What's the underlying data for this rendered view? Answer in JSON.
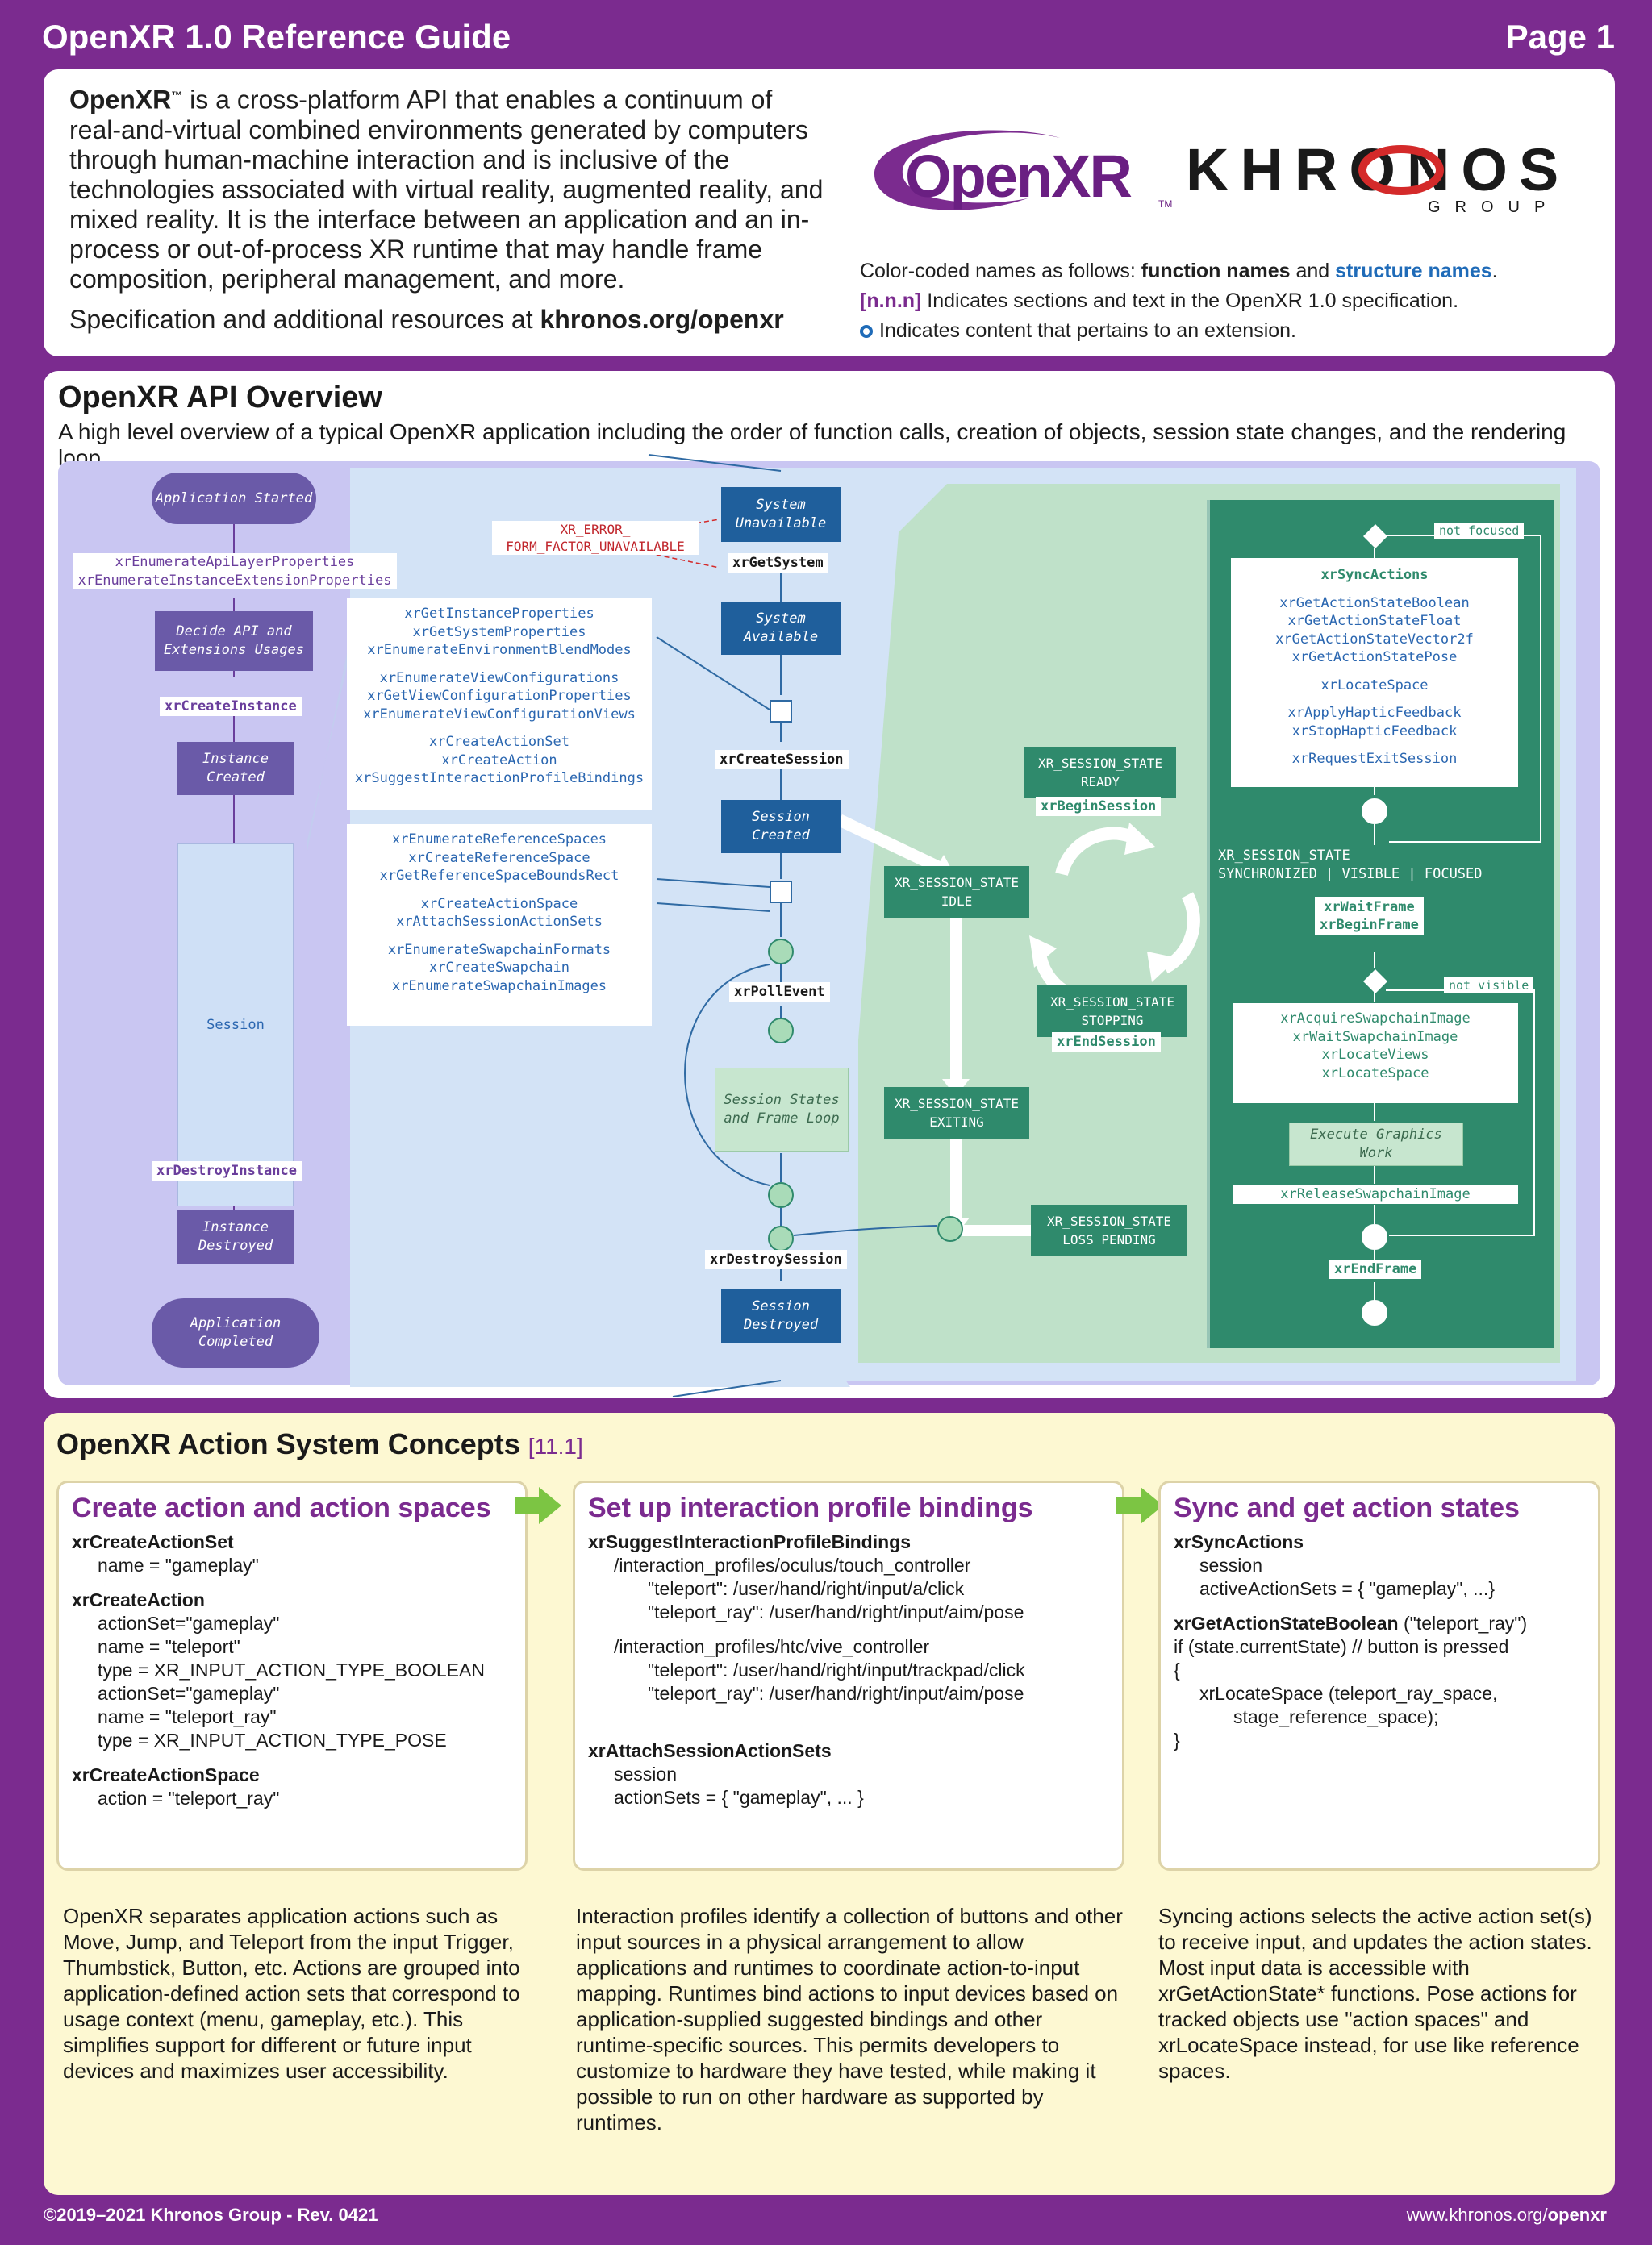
{
  "header": {
    "title": "OpenXR 1.0 Reference Guide",
    "page": "Page 1"
  },
  "intro": {
    "brand": "OpenXR",
    "tm": "™",
    "text": " is a cross-platform API that enables a continuum of real-and-virtual combined environments generated by computers through human-machine interaction and is inclusive of the technologies associated with virtual reality, augmented reality, and mixed reality. It is the interface between an application and an in-process or out-of-process XR runtime that may handle frame composition, peripheral management, and more.",
    "spec_prefix": "Specification and additional resources at ",
    "spec_link": "khronos.org/openxr",
    "logo_openxr": "OpenXR",
    "logo_openxr_tm": "TM",
    "logo_khronos": "KHRONOS",
    "logo_group": "GROUP",
    "legend_1a": "Color-coded names as follows: ",
    "legend_fn": "function names",
    "legend_and": " and ",
    "legend_st": "structure names",
    "legend_dot": ".",
    "legend_2a": "[n.n.n]",
    "legend_2b": " Indicates sections and text in the OpenXR 1.0 specification.",
    "legend_3": "Indicates content that pertains to an extension."
  },
  "overview": {
    "title": "OpenXR API Overview",
    "subtitle": "A high level overview of a typical OpenXR application including the order of function calls, creation of objects, session state changes, and the rendering loop.",
    "app_started": "Application Started",
    "enum_layers": "xrEnumerateApiLayerProperties",
    "enum_ext": "xrEnumerateInstanceExtensionProperties",
    "decide": "Decide API and Extensions Usages",
    "create_instance": "xrCreateInstance",
    "instance_created": "Instance Created",
    "session": "Session",
    "destroy_instance": "xrDestroyInstance",
    "instance_destroyed": "Instance Destroyed",
    "app_completed": "Application Completed",
    "list1": [
      "xrGetInstanceProperties",
      "xrGetSystemProperties",
      "xrEnumerateEnvironmentBlendModes",
      "",
      "xrEnumerateViewConfigurations",
      "xrGetViewConfigurationProperties",
      "xrEnumerateViewConfigurationViews",
      "",
      "xrCreateActionSet",
      "xrCreateAction",
      "xrSuggestInteractionProfileBindings"
    ],
    "list2": [
      "xrEnumerateReferenceSpaces",
      "xrCreateReferenceSpace",
      "xrGetReferenceSpaceBoundsRect",
      "",
      "xrCreateActionSpace",
      "xrAttachSessionActionSets",
      "",
      "xrEnumerateSwapchainFormats",
      "xrCreateSwapchain",
      "xrEnumerateSwapchainImages"
    ],
    "system_unavailable": "System Unavailable",
    "error_1": "XR_ERROR_",
    "error_2": "FORM_FACTOR_UNAVAILABLE",
    "get_system": "xrGetSystem",
    "system_available": "System Available",
    "create_session": "xrCreateSession",
    "session_created": "Session Created",
    "poll_event": "xrPollEvent",
    "session_states": "Session States and Frame Loop",
    "destroy_session": "xrDestroySession",
    "session_destroyed": "Session Destroyed",
    "state_idle": "XR_SESSION_STATE IDLE",
    "state_ready": "XR_SESSION_STATE READY",
    "begin_session": "xrBeginSession",
    "state_stopping": "XR_SESSION_STATE STOPPING",
    "end_session": "xrEndSession",
    "state_exiting": "XR_SESSION_STATE EXITING",
    "state_loss": "XR_SESSION_STATE LOSS_PENDING",
    "not_focused": "not focused",
    "sync_actions": "xrSyncActions",
    "list3": [
      "xrGetActionStateBoolean",
      "xrGetActionStateFloat",
      "xrGetActionStateVector2f",
      "xrGetActionStatePose",
      "",
      "xrLocateSpace",
      "",
      "xrApplyHapticFeedback",
      "xrStopHapticFeedback",
      "",
      "xrRequestExitSession"
    ],
    "state_sync_1": "XR_SESSION_STATE",
    "state_sync_2": "SYNCHRONIZED | VISIBLE | FOCUSED",
    "wait_frame": "xrWaitFrame",
    "begin_frame": "xrBeginFrame",
    "not_visible": "not visible",
    "list4": [
      "xrAcquireSwapchainImage",
      "xrWaitSwapchainImage",
      "xrLocateViews",
      "xrLocateSpace"
    ],
    "exec_graphics": "Execute Graphics Work",
    "release_image": "xrReleaseSwapchainImage",
    "end_frame": "xrEndFrame"
  },
  "action": {
    "title": "OpenXR Action System Concepts",
    "section": "[11.1]",
    "col1": {
      "heading": "Create action and action spaces",
      "lines": [
        {
          "t": "xrCreateActionSet",
          "c": "fnc"
        },
        {
          "t": "name = \"gameplay\"",
          "c": "ind1"
        },
        {
          "t": "",
          "c": "gap"
        },
        {
          "t": "xrCreateAction",
          "c": "fnc"
        },
        {
          "t": "actionSet=\"gameplay\"",
          "c": "ind1"
        },
        {
          "t": "name = \"teleport\"",
          "c": "ind1"
        },
        {
          "t": "type = XR_INPUT_ACTION_TYPE_BOOLEAN",
          "c": "ind1"
        },
        {
          "t": "actionSet=\"gameplay\"",
          "c": "ind1"
        },
        {
          "t": "name = \"teleport_ray\"",
          "c": "ind1"
        },
        {
          "t": "type = XR_INPUT_ACTION_TYPE_POSE",
          "c": "ind1"
        },
        {
          "t": "",
          "c": "gap"
        },
        {
          "t": "xrCreateActionSpace",
          "c": "fnc"
        },
        {
          "t": "action = \"teleport_ray\"",
          "c": "ind1"
        }
      ],
      "desc": "OpenXR separates application actions such as Move, Jump, and Teleport from the input Trigger, Thumbstick, Button, etc. Actions are grouped into application-defined action sets that correspond to usage context (menu, gameplay, etc.). This simplifies support for different or future input devices and maximizes user accessibility."
    },
    "col2": {
      "heading": "Set up interaction profile bindings",
      "lines": [
        {
          "t": "xrSuggestInteractionProfileBindings",
          "c": "fnc"
        },
        {
          "t": "/interaction_profiles/oculus/touch_controller",
          "c": "ind1"
        },
        {
          "t": "\"teleport\": /user/hand/right/input/a/click",
          "c": "ind2"
        },
        {
          "t": "\"teleport_ray\": /user/hand/right/input/aim/pose",
          "c": "ind2"
        },
        {
          "t": "",
          "c": "gap"
        },
        {
          "t": "/interaction_profiles/htc/vive_controller",
          "c": "ind1"
        },
        {
          "t": "\"teleport\": /user/hand/right/input/trackpad/click",
          "c": "ind2"
        },
        {
          "t": "\"teleport_ray\": /user/hand/right/input/aim/pose",
          "c": "ind2"
        },
        {
          "t": "",
          "c": "gap"
        },
        {
          "t": "",
          "c": "gap"
        },
        {
          "t": "",
          "c": "gap"
        },
        {
          "t": "xrAttachSessionActionSets",
          "c": "fnc"
        },
        {
          "t": "session",
          "c": "ind1"
        },
        {
          "t": "actionSets = { \"gameplay\", ... }",
          "c": "ind1"
        }
      ],
      "desc": "Interaction profiles identify a collection of buttons and other input sources in a physical arrangement to allow applications and runtimes to coordinate action-to-input mapping. Runtimes bind actions to input devices based on application-supplied suggested bindings and other runtime-specific sources. This permits developers to customize to hardware they have tested, while making it possible to run on other hardware as supported by runtimes."
    },
    "col3": {
      "heading": "Sync and get action states",
      "lines": [
        {
          "t": "xrSyncActions",
          "c": "fnc"
        },
        {
          "t": "session",
          "c": "ind1"
        },
        {
          "t": "activeActionSets = { \"gameplay\", ...}",
          "c": "ind1"
        },
        {
          "t": "",
          "c": "gap"
        },
        {
          "t": "xrGetActionStateBoolean (\"teleport_ray\")",
          "c": "mixed"
        },
        {
          "t": "if (state.currentState) // button is pressed",
          "c": ""
        },
        {
          "t": "{",
          "c": ""
        },
        {
          "t": "xrLocateSpace (teleport_ray_space,",
          "c": "ind1"
        },
        {
          "t": "stage_reference_space);",
          "c": "ind2"
        },
        {
          "t": "}",
          "c": ""
        }
      ],
      "desc": "Syncing actions selects the active action set(s) to receive input, and updates the action states. Most input data is accessible with xrGetActionState* functions. Pose actions for tracked objects use \"action spaces\" and xrLocateSpace instead, for use like reference spaces."
    }
  },
  "footer": {
    "copyright": "©2019–2021 Khronos Group - Rev. 0421",
    "url_prefix": "www.khronos.org/",
    "url_bold": "openxr"
  }
}
